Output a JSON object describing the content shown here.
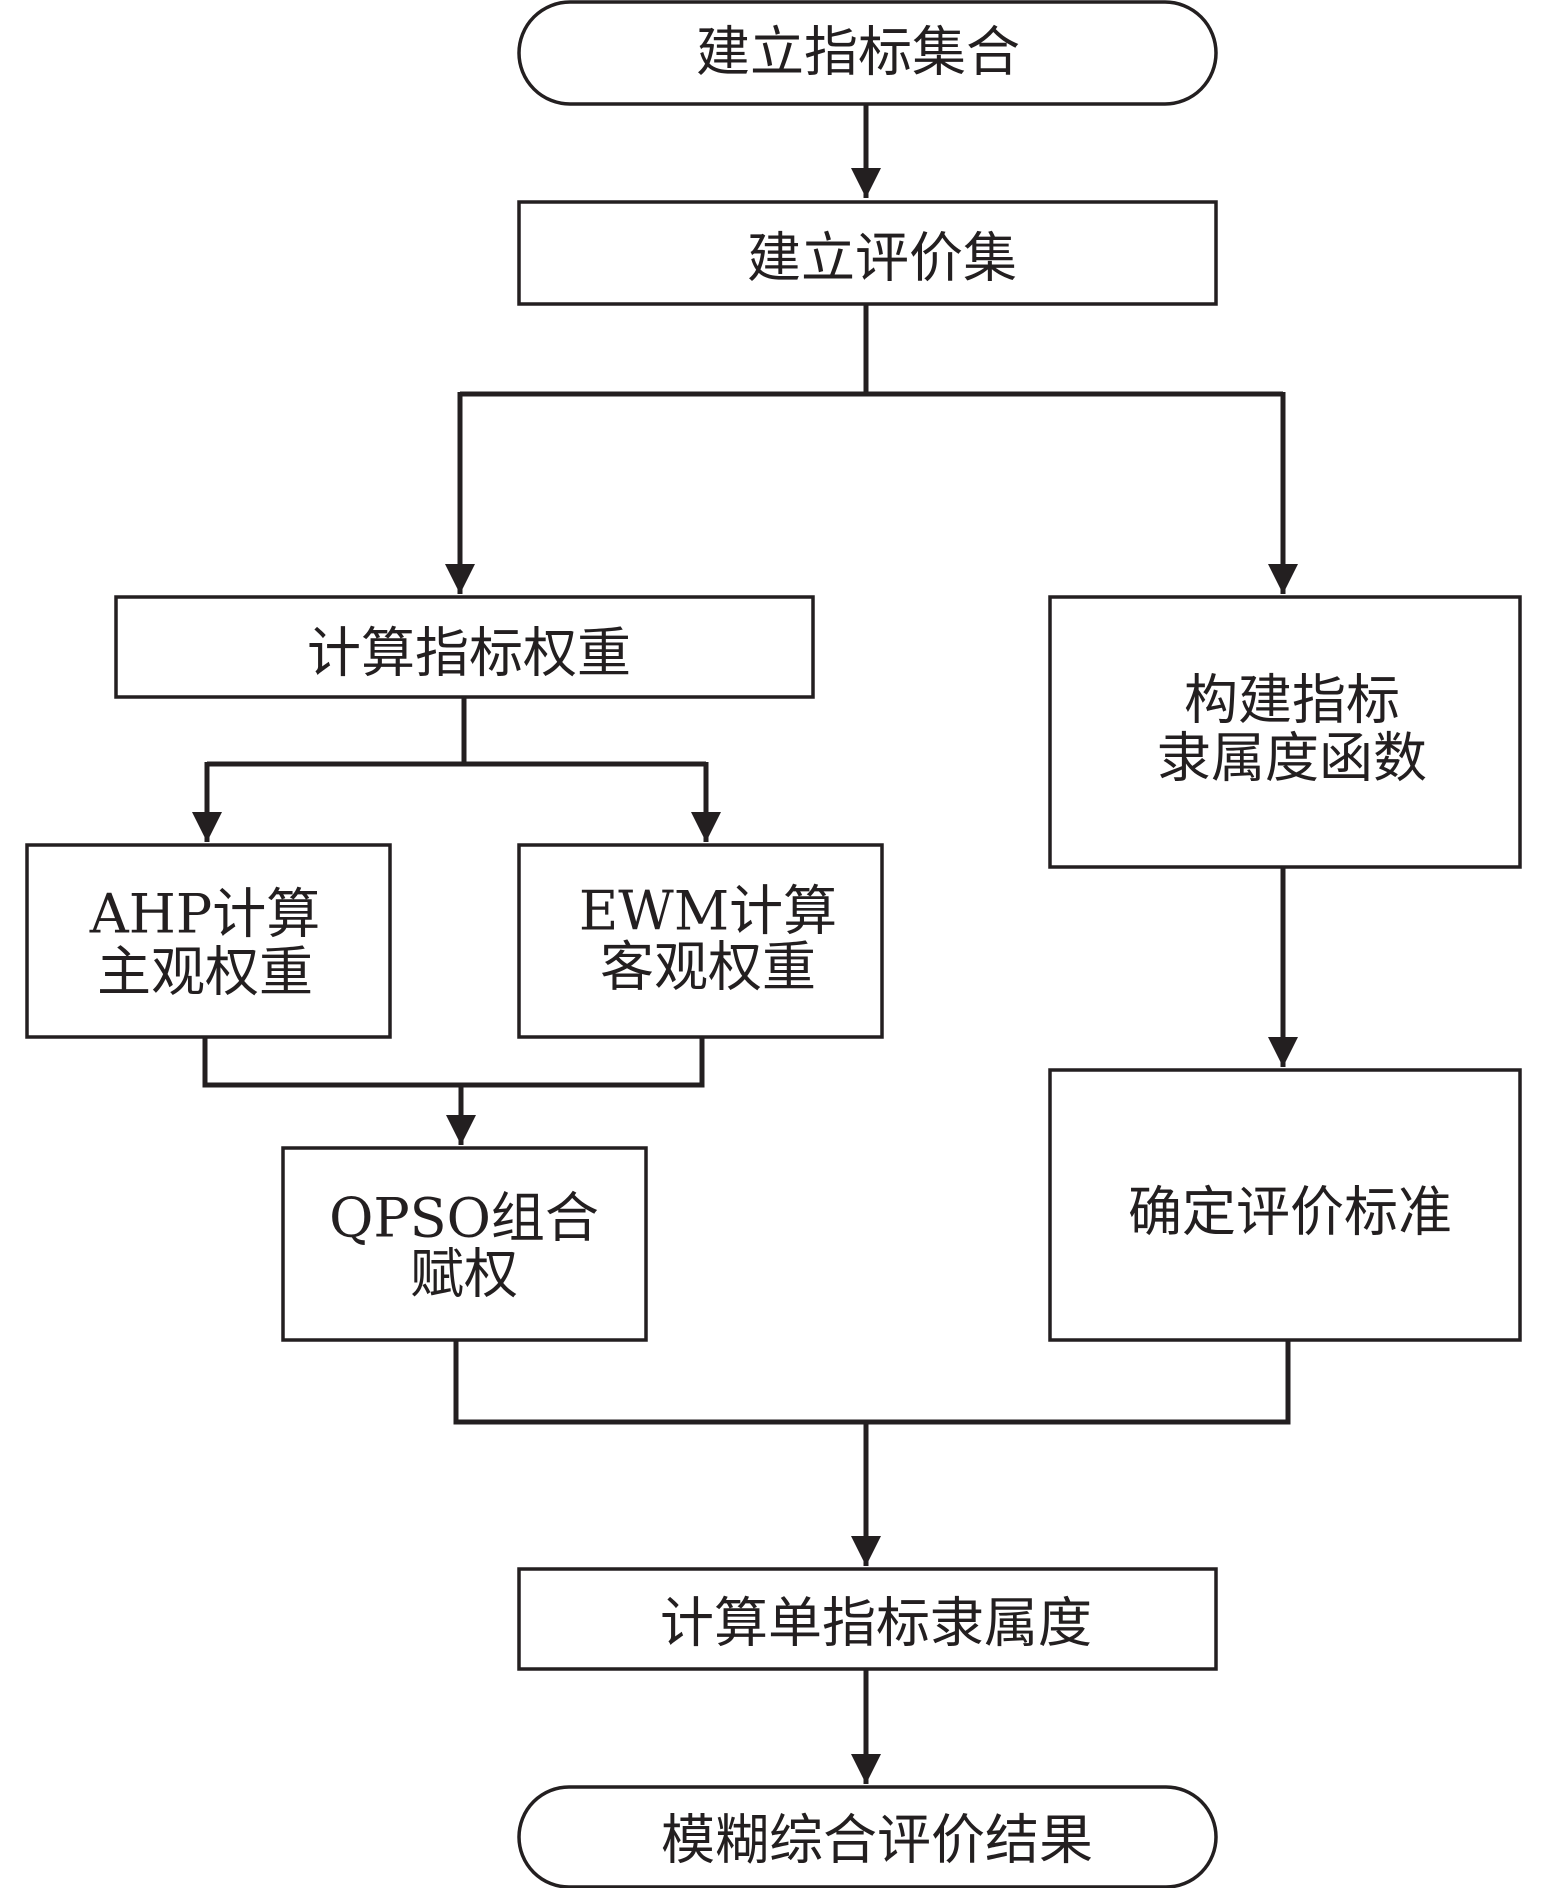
{
  "diagram": {
    "nodes": {
      "n1": {
        "label": "建立指标集合",
        "shape": "terminal"
      },
      "n2": {
        "label": "建立评价集",
        "shape": "process"
      },
      "n3": {
        "label": "计算指标权重",
        "shape": "process"
      },
      "n4": {
        "lines": [
          "构建指标",
          "隶属度函数"
        ],
        "shape": "process"
      },
      "n5": {
        "lines": [
          "AHP计算",
          "主观权重"
        ],
        "shape": "process"
      },
      "n6": {
        "lines": [
          "EWM计算",
          "客观权重"
        ],
        "shape": "process"
      },
      "n7": {
        "lines": [
          "QPSO组合",
          "赋权"
        ],
        "shape": "process"
      },
      "n8": {
        "label": "确定评价标准",
        "shape": "process"
      },
      "n9": {
        "label": "计算单指标隶属度",
        "shape": "process"
      },
      "n10": {
        "label": "模糊综合评价结果",
        "shape": "terminal"
      }
    },
    "edges": [
      {
        "from": "n1",
        "to": "n2"
      },
      {
        "from": "n2",
        "to": "n3"
      },
      {
        "from": "n2",
        "to": "n4"
      },
      {
        "from": "n3",
        "to": "n5"
      },
      {
        "from": "n3",
        "to": "n6"
      },
      {
        "from": "n5",
        "to": "n7"
      },
      {
        "from": "n6",
        "to": "n7"
      },
      {
        "from": "n4",
        "to": "n8"
      },
      {
        "from": "n7",
        "to": "n9"
      },
      {
        "from": "n8",
        "to": "n9"
      },
      {
        "from": "n9",
        "to": "n10"
      }
    ]
  }
}
